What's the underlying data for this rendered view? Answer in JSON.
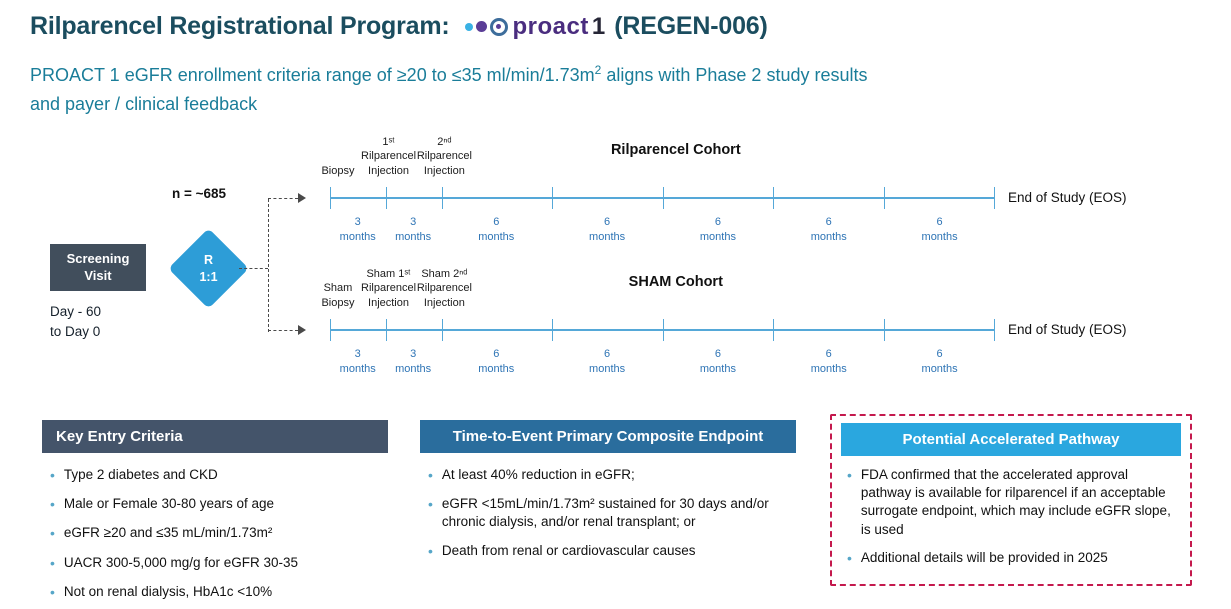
{
  "title": {
    "main": "Rilparencel Registrational Program:",
    "logo": "proact",
    "logo_suffix": "1",
    "suffix": "(REGEN-006)"
  },
  "subtitle": {
    "line1_pre": "PROACT 1 eGFR enrollment criteria range of ≥20 to ≤35 ml/min/1.73m",
    "line1_sup": "2",
    "line1_post": " aligns with Phase 2 study results",
    "line2": "and payer / clinical feedback"
  },
  "diagram": {
    "n_label": "n = ~685",
    "screening": {
      "title": "Screening\nVisit",
      "subtitle": "Day - 60\nto Day 0"
    },
    "randomization": {
      "line1": "R",
      "line2": "1:1"
    },
    "timelines": [
      {
        "cohort": "Rilparencel Cohort",
        "end_label": "End of Study (EOS)",
        "milestones": [
          {
            "label": "Biopsy"
          },
          {
            "label": "1ˢᵗ\nRilparencel\nInjection"
          },
          {
            "label": "2ⁿᵈ\nRilparencel\nInjection"
          }
        ],
        "intervals": [
          {
            "value": 3,
            "unit": "months"
          },
          {
            "value": 3,
            "unit": "months"
          },
          {
            "value": 6,
            "unit": "months"
          },
          {
            "value": 6,
            "unit": "months"
          },
          {
            "value": 6,
            "unit": "months"
          },
          {
            "value": 6,
            "unit": "months"
          },
          {
            "value": 6,
            "unit": "months"
          }
        ]
      },
      {
        "cohort": "SHAM Cohort",
        "end_label": "End of Study (EOS)",
        "milestones": [
          {
            "label": "Sham\nBiopsy"
          },
          {
            "label": "Sham 1ˢᵗ\nRilparencel\nInjection"
          },
          {
            "label": "Sham 2ⁿᵈ\nRilparencel\nInjection"
          }
        ],
        "intervals": [
          {
            "value": 3,
            "unit": "months"
          },
          {
            "value": 3,
            "unit": "months"
          },
          {
            "value": 6,
            "unit": "months"
          },
          {
            "value": 6,
            "unit": "months"
          },
          {
            "value": 6,
            "unit": "months"
          },
          {
            "value": 6,
            "unit": "months"
          },
          {
            "value": 6,
            "unit": "months"
          }
        ]
      }
    ]
  },
  "boxes": [
    {
      "title": "Key Entry Criteria",
      "items": [
        "Type 2 diabetes and CKD",
        "Male or Female 30-80 years of age",
        "eGFR ≥20 and ≤35 mL/min/1.73m²",
        "UACR 300-5,000 mg/g for eGFR 30-35",
        "Not on renal dialysis, HbA1c <10%"
      ]
    },
    {
      "title": "Time-to-Event Primary Composite Endpoint",
      "items": [
        "At least 40% reduction in eGFR;",
        "eGFR <15mL/min/1.73m² sustained for 30 days and/or chronic dialysis, and/or renal transplant; or",
        "Death from renal or cardiovascular causes"
      ]
    },
    {
      "title": "Potential Accelerated Pathway",
      "items": [
        "FDA confirmed that the accelerated approval pathway is available for rilparencel if an acceptable surrogate endpoint, which may include eGFR slope, is used",
        "Additional details will be provided in 2025"
      ]
    }
  ],
  "colors": {
    "title_teal": "#1b4d5f",
    "subtitle_teal": "#1a7d99",
    "timeline_blue": "#55a8d8",
    "months_text_blue": "#2e74b5",
    "diamond_blue": "#2d9dd7",
    "slate_header": "#44546a",
    "steel_header": "#2a6d9d",
    "cyan_header": "#2aa7df",
    "red_dashed_border": "#c4194d",
    "logo_purple": "#4a2d7f"
  }
}
